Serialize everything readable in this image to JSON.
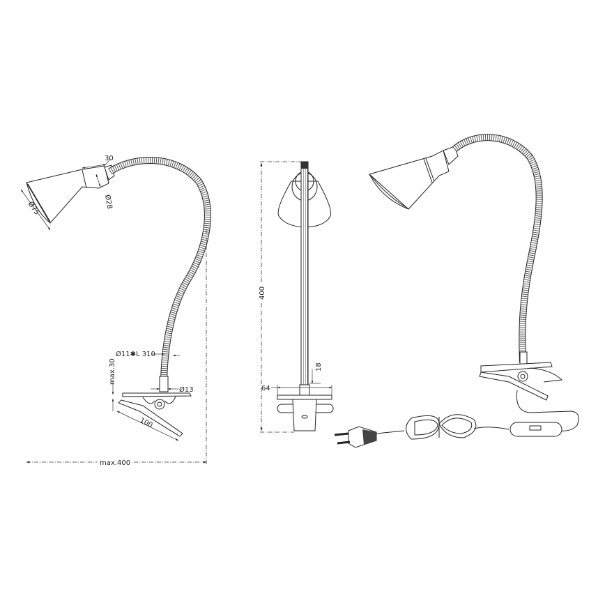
{
  "drawing": {
    "subject": "Clip-on gooseneck desk lamp",
    "views": [
      {
        "name": "side-view-dimensioned"
      },
      {
        "name": "front-view-dimensioned"
      },
      {
        "name": "perspective-view"
      }
    ]
  },
  "dimensions": {
    "shade_length": "30",
    "shade_neck_diameter": "Ø28",
    "shade_opening_diameter": "Ø75",
    "gooseneck": "Ø11✱L 310",
    "stem_base_diameter": "Ø13",
    "clip_opening": "max.30",
    "clip_length": "100",
    "overall_reach": "max.400",
    "overall_height": "400",
    "clip_width": "64",
    "stem_height": "18"
  }
}
